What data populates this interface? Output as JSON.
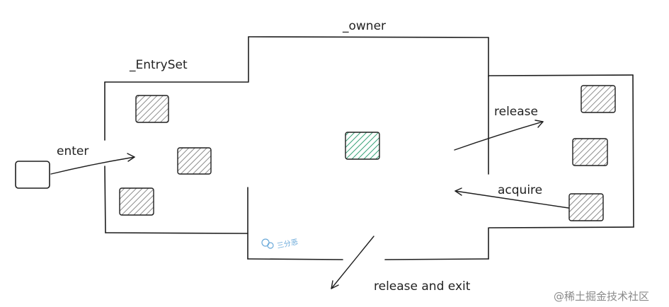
{
  "labels": {
    "owner": "_owner",
    "entry_set": "_EntrySet",
    "enter": "enter",
    "release": "release",
    "acquire": "acquire",
    "release_and_exit": "release and exit"
  },
  "watermark": {
    "bottom_right": "@稀土掘金技术社区",
    "center_badge": "三分恶"
  },
  "colors": {
    "stroke": "#1e1e1e",
    "waiting_thread_hatch": "#8c8c8c",
    "owner_thread_hatch": "#2f9e72",
    "watermark_blue": "#6aa9d9"
  }
}
